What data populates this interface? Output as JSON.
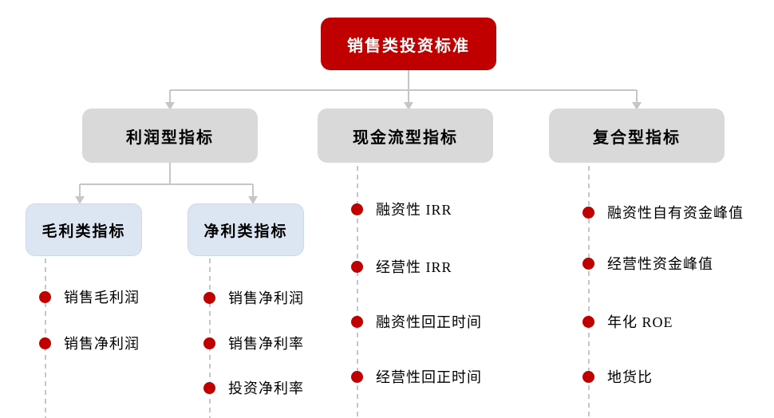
{
  "root": {
    "label": "销售类投资标准"
  },
  "level1": [
    {
      "label": "利润型指标"
    },
    {
      "label": "现金流型指标"
    },
    {
      "label": "复合型指标"
    }
  ],
  "level2": [
    {
      "label": "毛利类指标"
    },
    {
      "label": "净利类指标"
    }
  ],
  "columns": [
    {
      "items": [
        "销售毛利润",
        "销售净利润"
      ]
    },
    {
      "items": [
        "销售净利润",
        "销售净利率",
        "投资净利率"
      ]
    },
    {
      "items": [
        "融资性 IRR",
        "经营性 IRR",
        "融资性回正时间",
        "经营性回正时间"
      ]
    },
    {
      "items": [
        "融资性自有资金峰值",
        "经营性资金峰值",
        "年化 ROE",
        "地货比"
      ]
    }
  ],
  "colors": {
    "accent_red": "#C00000",
    "box_gray": "#D9D9D9",
    "box_blue": "#DCE6F2",
    "connector_gray": "#C6C6C6",
    "root_text": "#FFFFFF",
    "body_text": "#000000"
  }
}
